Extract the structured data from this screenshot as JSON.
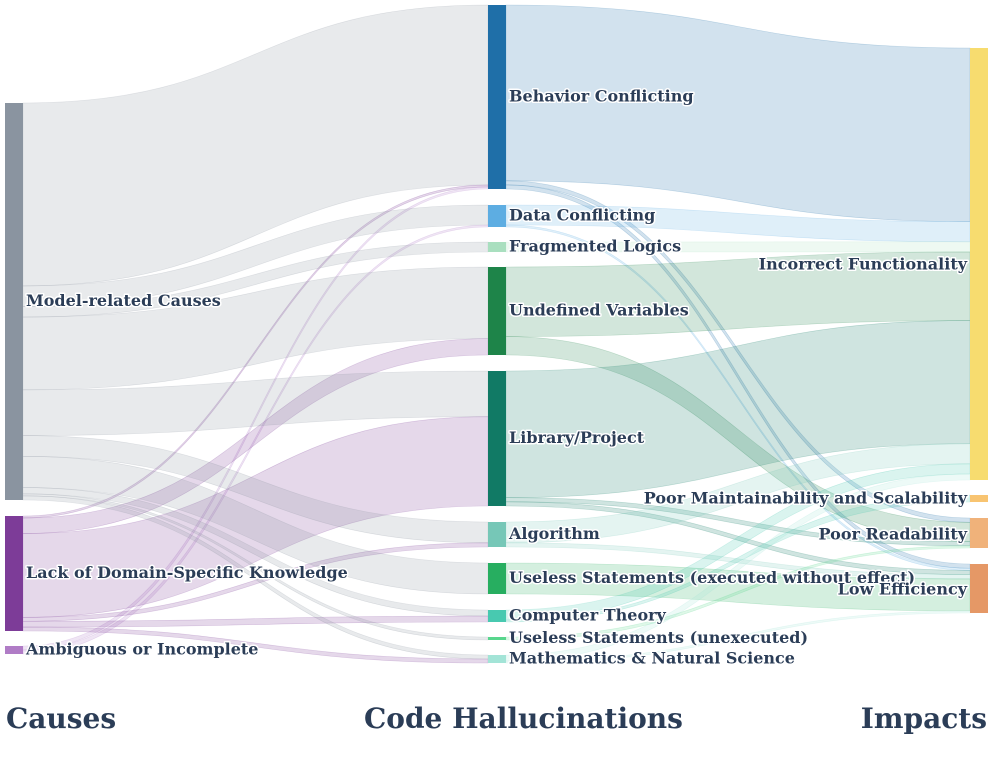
{
  "column_titles": {
    "causes": "Causes",
    "hallucinations": "Code Hallucinations",
    "impacts": "Impacts"
  },
  "nodes": [
    {
      "id": "model",
      "label": "Model-related Causes",
      "color": "#8a94a0"
    },
    {
      "id": "domain",
      "label": "Lack of Domain-Specific Knowledge",
      "color": "#7d3c98"
    },
    {
      "id": "ambig",
      "label": "Ambiguous or Incomplete",
      "color": "#b07cc6"
    },
    {
      "id": "behavior",
      "label": "Behavior Conflicting",
      "color": "#1f6fa8"
    },
    {
      "id": "data",
      "label": "Data Conflicting",
      "color": "#5dade2"
    },
    {
      "id": "frag",
      "label": "Fragmented Logics",
      "color": "#a9dfbf"
    },
    {
      "id": "undef",
      "label": "Undefined Variables",
      "color": "#1e8449"
    },
    {
      "id": "lib",
      "label": "Library/Project",
      "color": "#117a65"
    },
    {
      "id": "algo",
      "label": "Algorithm",
      "color": "#76c7b7"
    },
    {
      "id": "useless_exec",
      "label": "Useless Statements (executed without effect)",
      "color": "#27ae60"
    },
    {
      "id": "comp",
      "label": "Computer Theory",
      "color": "#48c9b0"
    },
    {
      "id": "useless_unexec",
      "label": "Useless Statements (unexecuted)",
      "color": "#58d68d"
    },
    {
      "id": "math",
      "label": "Mathematics & Natural Science",
      "color": "#a3e4d7"
    },
    {
      "id": "incorrect",
      "label": "Incorrect Functionality",
      "color": "#f7dc6f"
    },
    {
      "id": "maint",
      "label": "Poor Maintainability and Scalability",
      "color": "#f8c471"
    },
    {
      "id": "read",
      "label": "Poor Readability",
      "color": "#f0b27a"
    },
    {
      "id": "eff",
      "label": "Low Efficiency",
      "color": "#e59866"
    }
  ],
  "links": [
    {
      "source": "model",
      "target": "behavior",
      "value": 88
    },
    {
      "source": "domain",
      "target": "behavior",
      "value": 1
    },
    {
      "source": "ambig",
      "target": "behavior",
      "value": 1
    },
    {
      "source": "model",
      "target": "data",
      "value": 10
    },
    {
      "source": "ambig",
      "target": "data",
      "value": 1
    },
    {
      "source": "model",
      "target": "frag",
      "value": 5
    },
    {
      "source": "model",
      "target": "undef",
      "value": 35
    },
    {
      "source": "domain",
      "target": "undef",
      "value": 8
    },
    {
      "source": "model",
      "target": "lib",
      "value": 22
    },
    {
      "source": "domain",
      "target": "lib",
      "value": 43
    },
    {
      "source": "model",
      "target": "algo",
      "value": 10
    },
    {
      "source": "domain",
      "target": "algo",
      "value": 2
    },
    {
      "source": "model",
      "target": "useless_exec",
      "value": 15
    },
    {
      "source": "model",
      "target": "comp",
      "value": 3
    },
    {
      "source": "domain",
      "target": "comp",
      "value": 3
    },
    {
      "source": "model",
      "target": "useless_unexec",
      "value": 1
    },
    {
      "source": "model",
      "target": "math",
      "value": 2
    },
    {
      "source": "domain",
      "target": "math",
      "value": 2
    },
    {
      "source": "behavior",
      "target": "incorrect",
      "value": 86
    },
    {
      "source": "behavior",
      "target": "read",
      "value": 2
    },
    {
      "source": "behavior",
      "target": "eff",
      "value": 2
    },
    {
      "source": "data",
      "target": "incorrect",
      "value": 10
    },
    {
      "source": "data",
      "target": "eff",
      "value": 1
    },
    {
      "source": "frag",
      "target": "incorrect",
      "value": 5
    },
    {
      "source": "undef",
      "target": "incorrect",
      "value": 34
    },
    {
      "source": "undef",
      "target": "read",
      "value": 9
    },
    {
      "source": "lib",
      "target": "incorrect",
      "value": 61
    },
    {
      "source": "lib",
      "target": "read",
      "value": 2
    },
    {
      "source": "lib",
      "target": "eff",
      "value": 2
    },
    {
      "source": "algo",
      "target": "incorrect",
      "value": 10
    },
    {
      "source": "algo",
      "target": "eff",
      "value": 2
    },
    {
      "source": "useless_exec",
      "target": "eff",
      "value": 15
    },
    {
      "source": "comp",
      "target": "incorrect",
      "value": 5
    },
    {
      "source": "comp",
      "target": "maint",
      "value": 1
    },
    {
      "source": "useless_unexec",
      "target": "read",
      "value": 1
    },
    {
      "source": "math",
      "target": "incorrect",
      "value": 3
    },
    {
      "source": "math",
      "target": "eff",
      "value": 1
    }
  ]
}
